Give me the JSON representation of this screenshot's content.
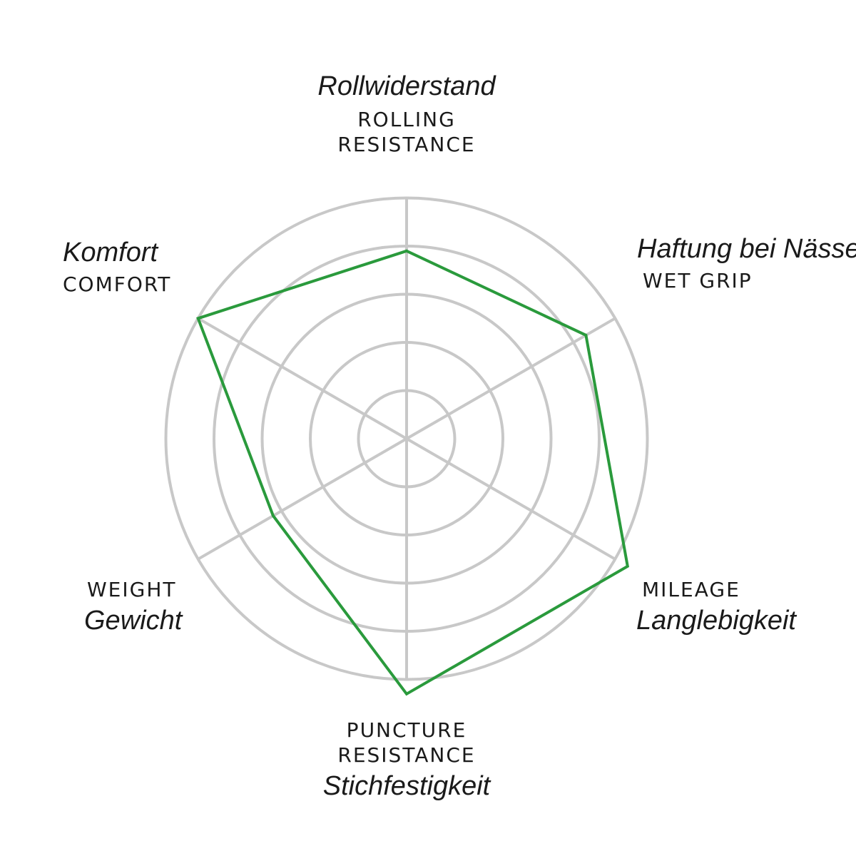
{
  "chart_data": {
    "type": "radar",
    "ring_count": 5,
    "axis_max": 5,
    "grid": true,
    "colors": {
      "grid": "#c8c8c8",
      "series": "#2a9a3c"
    },
    "axes": [
      {
        "en": [
          "ROLLING",
          "RESISTANCE"
        ],
        "de": "Rollwiderstand"
      },
      {
        "en": [
          "WET GRIP"
        ],
        "de": "Haftung bei Nässe"
      },
      {
        "en": [
          "MILEAGE"
        ],
        "de": "Langlebigkeit"
      },
      {
        "en": [
          "PUNCTURE",
          "RESISTANCE"
        ],
        "de": "Stichfestigkeit"
      },
      {
        "en": [
          "WEIGHT"
        ],
        "de": "Gewicht"
      },
      {
        "en": [
          "COMFORT"
        ],
        "de": "Komfort"
      }
    ],
    "series": [
      {
        "values": [
          3.9,
          4.3,
          5.3,
          5.3,
          3.2,
          5.0
        ]
      }
    ]
  }
}
